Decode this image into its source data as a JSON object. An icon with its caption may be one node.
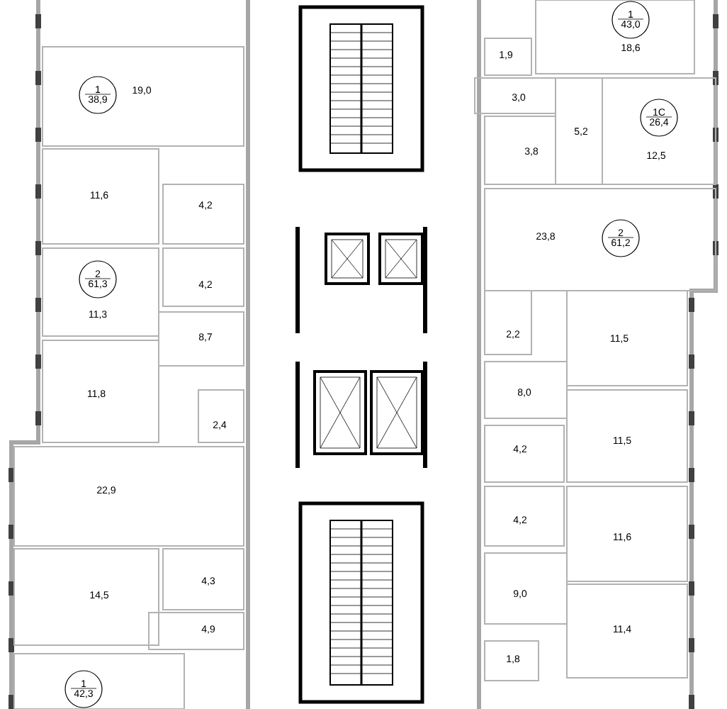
{
  "diagram": {
    "nodes": [
      {
        "text": [
          "19,0"
        ]
      },
      {
        "text": [
          "1",
          "38,9"
        ],
        "in": 0
      },
      {
        "text": [
          "11,6"
        ]
      },
      {
        "text": [
          "4,2"
        ]
      },
      {
        "text": [
          "4,2"
        ]
      },
      {
        "text": [
          "11,3"
        ]
      },
      {
        "text": [
          "2",
          "61,3"
        ],
        "in": 5
      },
      {
        "text": [
          "8,7"
        ]
      },
      {
        "text": [
          "11,8"
        ]
      },
      {
        "text": [
          "2,4"
        ]
      },
      {
        "text": [
          "22,9"
        ]
      },
      {
        "text": [
          "14,5"
        ]
      },
      {
        "text": [
          "4,3"
        ]
      },
      {
        "text": [
          "4,9"
        ]
      },
      {
        "text": [],
        "shape": "box"
      },
      {
        "text": [
          "1",
          "42,3"
        ],
        "in": 14
      },
      {
        "text": [
          "18,6"
        ]
      },
      {
        "text": [
          "1",
          "43,0"
        ],
        "in": 16
      },
      {
        "text": [
          "1,9"
        ]
      },
      {
        "text": [
          "3,0"
        ]
      },
      {
        "text": [
          "3,8"
        ]
      },
      {
        "text": [
          "5,2"
        ]
      },
      {
        "text": [
          "12,5"
        ]
      },
      {
        "text": [
          "1C",
          "26,4"
        ],
        "in": 22
      },
      {
        "text": [
          "23,8"
        ]
      },
      {
        "text": [
          "2",
          "61,2"
        ],
        "in": 24
      },
      {
        "text": [
          "2,2"
        ]
      },
      {
        "text": [
          "11,5"
        ]
      },
      {
        "text": [
          "8,0"
        ]
      },
      {
        "text": [
          "4,2"
        ]
      },
      {
        "text": [
          "4,2"
        ]
      },
      {
        "text": [
          "11,5"
        ]
      },
      {
        "text": [
          "11,6"
        ]
      },
      {
        "text": [
          "9,0"
        ]
      },
      {
        "text": [
          "11,4"
        ]
      },
      {
        "text": [
          "1,8"
        ]
      }
    ]
  }
}
